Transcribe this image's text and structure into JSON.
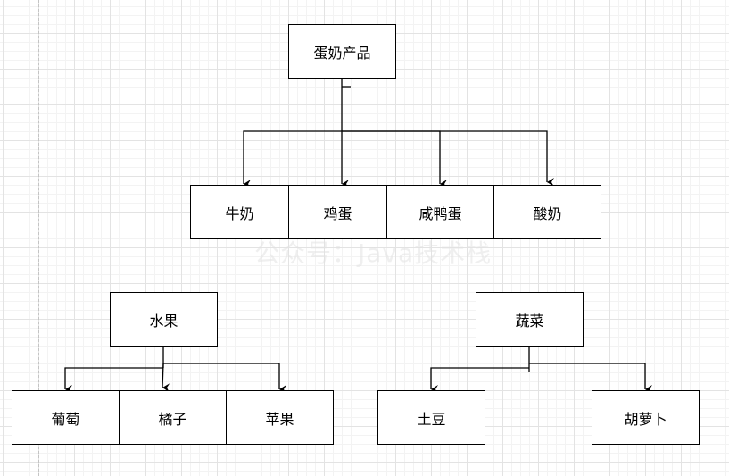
{
  "diagram": {
    "type": "hierarchy",
    "trees": [
      {
        "root": "蛋奶产品",
        "children": [
          "牛奶",
          "鸡蛋",
          "咸鸭蛋",
          "酸奶"
        ]
      },
      {
        "root": "水果",
        "children": [
          "葡萄",
          "橘子",
          "苹果"
        ]
      },
      {
        "root": "蔬菜",
        "children": [
          "土豆",
          "胡萝卜"
        ]
      }
    ]
  },
  "watermark": "公众号：Java技术栈",
  "colors": {
    "line": "#000000",
    "box_fill": "#ffffff",
    "grid": "#e3e3e3"
  }
}
